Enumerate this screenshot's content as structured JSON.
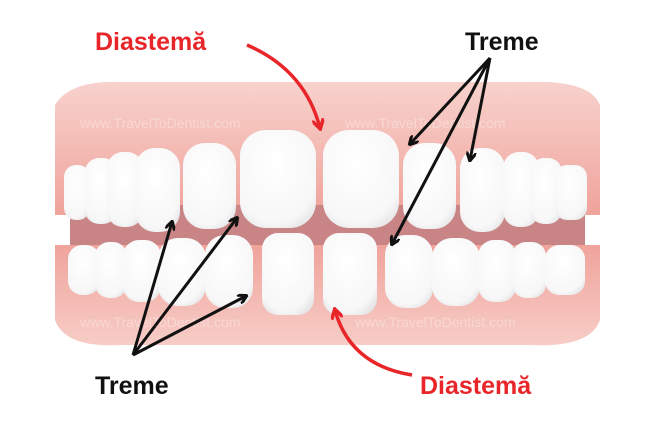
{
  "labels": {
    "diastema_top": "Diastemă",
    "treme_top": "Treme",
    "treme_bottom": "Treme",
    "diastema_bottom": "Diastemă"
  },
  "watermark": "www.TravelToDentist.com",
  "colors": {
    "diastema": "#e8262a",
    "treme": "#111111",
    "gum": "#f2a9a2",
    "mouth": "#c98586",
    "tooth": "#ffffff"
  }
}
